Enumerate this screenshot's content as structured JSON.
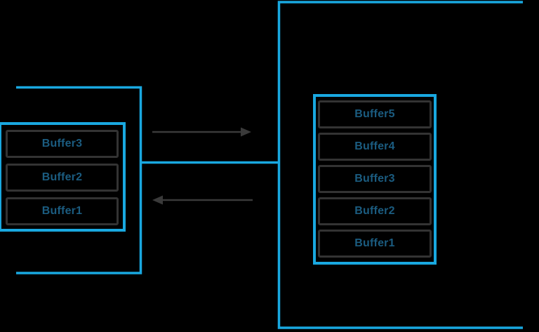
{
  "diagram": {
    "left_queue": {
      "buffers": [
        "Buffer3",
        "Buffer2",
        "Buffer1"
      ]
    },
    "right_queue": {
      "buffers": [
        "Buffer5",
        "Buffer4",
        "Buffer3",
        "Buffer2",
        "Buffer1"
      ]
    },
    "arrows": {
      "top_direction": "right",
      "bottom_direction": "left"
    },
    "colors": {
      "background": "#000000",
      "accent": "#19A8E0",
      "buffer_border": "#333333",
      "buffer_text": "#1B5C80",
      "arrow": "#3A3A3A"
    }
  }
}
